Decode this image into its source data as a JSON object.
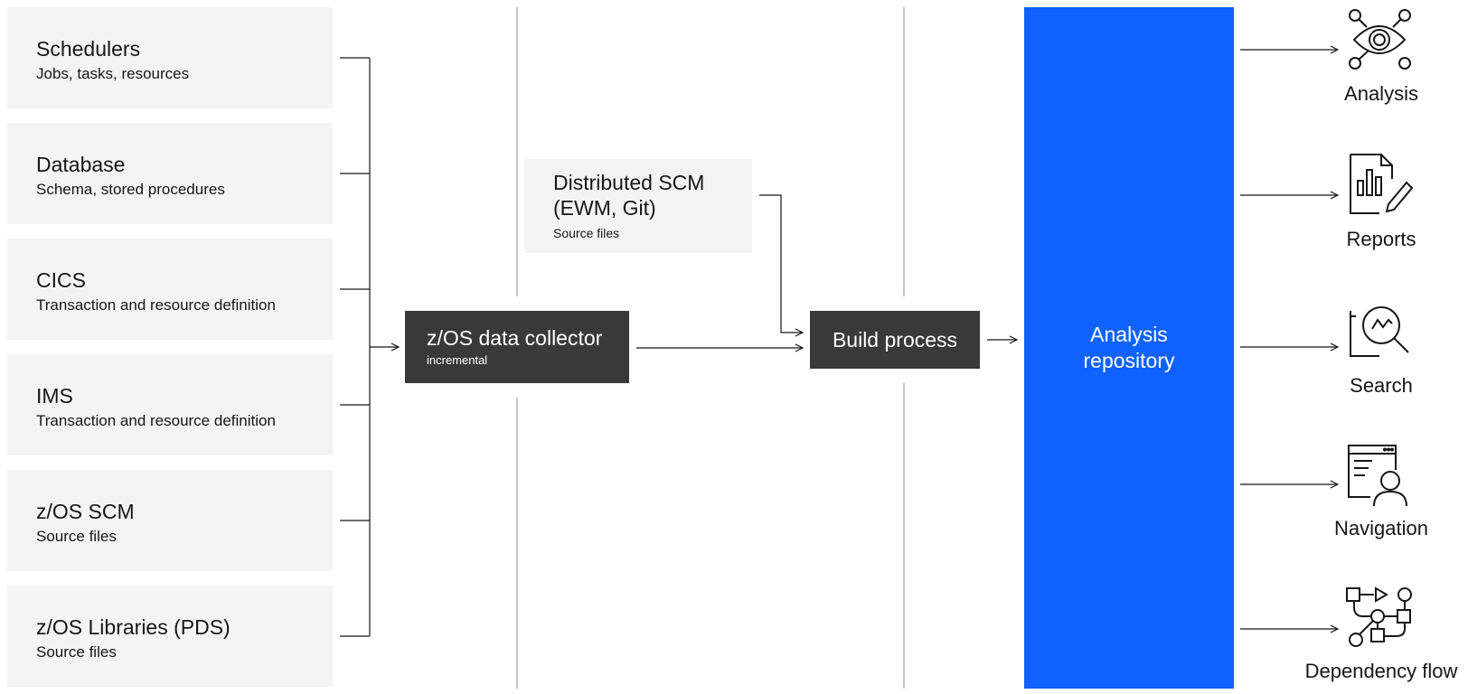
{
  "sources": [
    {
      "title": "Schedulers",
      "subtitle": "Jobs, tasks, resources"
    },
    {
      "title": "Database",
      "subtitle": "Schema, stored procedures"
    },
    {
      "title": "CICS",
      "subtitle": "Transaction and resource definition"
    },
    {
      "title": "IMS",
      "subtitle": "Transaction and resource definition"
    },
    {
      "title": "z/OS SCM",
      "subtitle": "Source files"
    },
    {
      "title": "z/OS Libraries (PDS)",
      "subtitle": "Source files"
    }
  ],
  "collector": {
    "title": "z/OS data collector",
    "subtitle": "incremental"
  },
  "distributed_scm": {
    "title_line1": "Distributed SCM",
    "title_line2": "(EWM, Git)",
    "subtitle": "Source files"
  },
  "build": {
    "title": "Build process"
  },
  "repository": {
    "line1": "Analysis",
    "line2": "repository"
  },
  "outputs": [
    {
      "label": "Analysis",
      "icon": "eye-network-icon"
    },
    {
      "label": "Reports",
      "icon": "report-chart-icon"
    },
    {
      "label": "Search",
      "icon": "search-document-icon"
    },
    {
      "label": "Navigation",
      "icon": "navigation-user-icon"
    },
    {
      "label": "Dependency flow",
      "icon": "dependency-flow-icon"
    }
  ],
  "colors": {
    "repository": "#0f62fe",
    "dark_box": "#393939",
    "light_box": "#f4f4f4",
    "lines": "#161616",
    "dividers": "#c6c6c6"
  }
}
